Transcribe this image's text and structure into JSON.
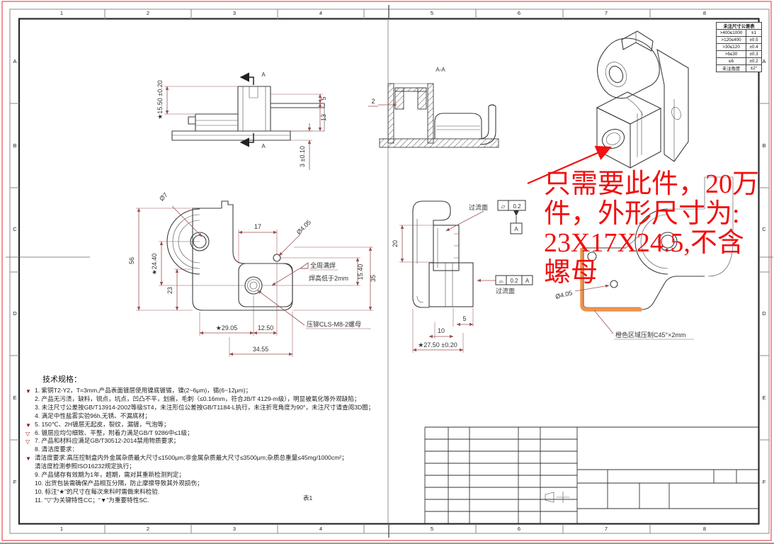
{
  "sheet": {
    "grid_columns": [
      "1",
      "2",
      "3",
      "4",
      "5",
      "6",
      "7",
      "8"
    ],
    "grid_rows": [
      "A",
      "B",
      "C",
      "D",
      "E",
      "F"
    ]
  },
  "tolerance_table": {
    "title": "未注尺寸公差表",
    "rows": [
      {
        "range": ">400≤1000",
        "tol": "±1"
      },
      {
        "range": ">120≤400",
        "tol": "±0.5"
      },
      {
        "range": ">30≤120",
        "tol": "±0.4"
      },
      {
        "range": ">6≤30",
        "tol": "±0.3"
      },
      {
        "range": "≤6",
        "tol": "±0.2"
      },
      {
        "range": "未注角度",
        "tol": "±2°"
      }
    ]
  },
  "views": {
    "side": {
      "d_height": "★15.50 ±0.20",
      "d5": "5",
      "d13": "13",
      "d3": "3 ±0.10",
      "section_label": "A"
    },
    "section": {
      "title": "A-A",
      "d2": "2"
    },
    "front": {
      "d56": "56",
      "d2440": "★24.40",
      "d23": "23",
      "d17": "17",
      "dia7": "Ø7",
      "dia405": "Ø4.05",
      "d1540": "15.40",
      "d35": "35",
      "d2905": "★29.05",
      "d1250": "12.50",
      "d3455": "34.55",
      "weld1": "全周满焊",
      "weld2": "焊高低于2mm",
      "nut_note": "压铆CLS-M8-2螺母"
    },
    "right": {
      "d20": "20",
      "d5": "5",
      "d10": "10",
      "d2750": "★27.50 ±0.20",
      "flow_top": "过流面",
      "flow_bottom": "过流面",
      "fcf1_sym": "▱",
      "fcf1_val": "0.2",
      "datum_a": "A",
      "fcf2_sym": "⌓",
      "fcf2_val": "0.2",
      "fcf2_datum": "A"
    },
    "outline": {
      "dia405": "Ø4.05",
      "chamfer_note": "橙色区域压制C45°×2mm",
      "orange_color": "#f0924d"
    }
  },
  "red_note": {
    "color": "#f01010",
    "lines": [
      "只需要此件，20万",
      "件，外形尺寸为:",
      "23X17X24.5,不含",
      "螺母"
    ]
  },
  "tech_specs": {
    "title": "技术规格：",
    "items": [
      {
        "marker": "filled",
        "text": "1. 紫铜T2-Y2，T=3mm,产品表面镀层使用镍底镀锡，镍(2~6μm)，锡(6~12μm)；"
      },
      {
        "marker": null,
        "text": "2. 产品无污渍，缺料，锐点，坑点，凹凸不平，划痕，毛刺（≤0.16mm，符合JB/T 4129-m级），明显被氧化等外观缺陷；"
      },
      {
        "marker": null,
        "text": "3. 未注尺寸公差按GB/T13914-2002等级ST4，未注形位公差按GB/T1184-L执行，未注折弯角度为90°，未注尺寸请查阅3D图；"
      },
      {
        "marker": null,
        "text": "4. 满足中性盐雾实验96h,无锈、不漏底材；"
      },
      {
        "marker": "filled",
        "text": "5. 150℃、2H镀层无起皮，裂纹，漏镀，气泡等；"
      },
      {
        "marker": "open",
        "text": "6. 镀层应均匀细致、平整，附着力满足GB/T 9286中≤1级；"
      },
      {
        "marker": "open",
        "text": "7. 产品和材料应满足GB/T30512-2014禁用物质要求；"
      },
      {
        "marker": null,
        "text": "8. 清洁度要求："
      },
      {
        "marker": "filled",
        "text": "清洁度要求:高压控制盒内外金属杂质最大尺寸≤1500μm;非金属杂质最大尺寸≤3500μm;杂质总重量≤45mg/1000cm²；"
      },
      {
        "marker": null,
        "text": "清洁度检测参照ISO16232规定执行；"
      },
      {
        "marker": null,
        "text": "9. 产品储存有效期为1年，超期，需对其重新检测判定；"
      },
      {
        "marker": null,
        "text": "10. 出货包装需确保产品相互分隔，防止摩擦导致其外观损伤；"
      },
      {
        "marker": null,
        "text": "10. 标注“★”的尺寸在每次来料时需做来料检验."
      },
      {
        "marker": null,
        "text": "11. “▽”为关键特性CC；“▼”为重要特性SC."
      }
    ]
  },
  "table1_label": "表1"
}
